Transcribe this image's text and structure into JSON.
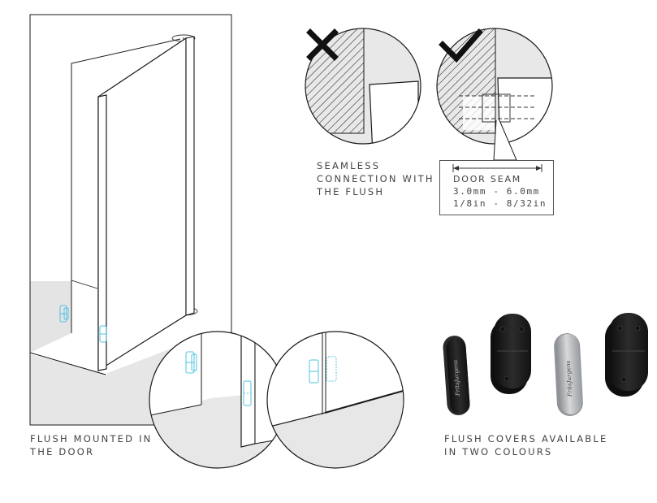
{
  "captions": {
    "seamless": [
      "SEAMLESS",
      "CONNECTION WITH",
      "THE FLUSH"
    ],
    "flush_mounted": [
      "FLUSH MOUNTED IN",
      "THE DOOR"
    ],
    "covers": [
      "FLUSH COVERS AVAILABLE",
      "IN TWO COLOURS"
    ]
  },
  "door_seam": {
    "title": "DOOR SEAM",
    "metric": "3.0mm - 6.0mm",
    "imperial": "1/8in - 8/32in"
  },
  "brand_mark": "FritsJurgens",
  "colors": {
    "line": "#1a1a1a",
    "accent_blue": "#4fc3e0",
    "floor": "#e6e6e6",
    "black_cover": "#1c1c1c",
    "steel_cover": "#b9bcbf"
  }
}
